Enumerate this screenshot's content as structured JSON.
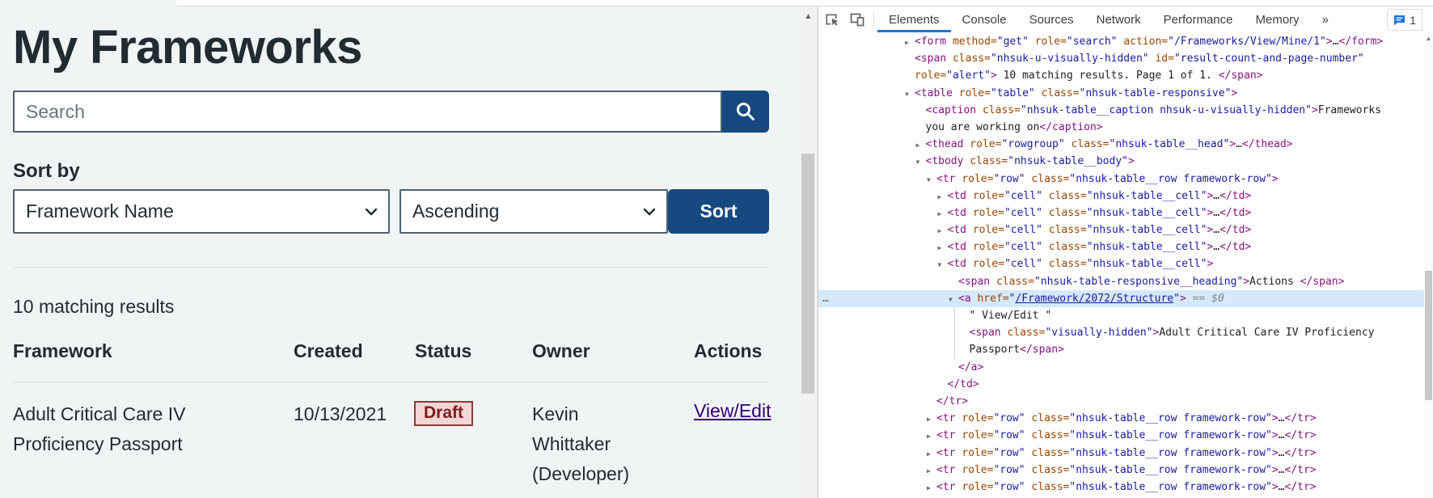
{
  "colors": {
    "page_bg": "#f0f4f5",
    "text": "#212b32",
    "input_border": "#4c6272",
    "navy_button": "#16497f",
    "divider": "#d8dde0",
    "link_visited": "#330072",
    "badge_bg": "#f5d6d6",
    "badge_border": "#8e3a3a",
    "badge_text": "#7a1e1e",
    "devtools_accent": "#1a73e8",
    "tree_selected_bg": "#d6e9fb",
    "tag_color": "#881280",
    "attr_color": "#994500",
    "value_color": "#1a1aa6"
  },
  "glyphs": {
    "scroll_up": "▲",
    "collapsed": "▶",
    "expanded": "▼",
    "dots": "…"
  },
  "page": {
    "title": "My Frameworks",
    "search": {
      "placeholder": "Search"
    },
    "sort": {
      "label": "Sort by",
      "field_value": "Framework Name",
      "direction_value": "Ascending",
      "button_label": "Sort"
    },
    "results_count": "10 matching results",
    "table": {
      "headers": [
        "Framework",
        "Created",
        "Status",
        "Owner",
        "Actions"
      ],
      "rows": [
        {
          "framework_lines": [
            "Adult Critical Care IV",
            "Proficiency Passport"
          ],
          "created": "10/13/2021",
          "status": "Draft",
          "owner_lines": [
            "Kevin",
            "Whittaker",
            "(Developer)"
          ],
          "action": "View/Edit"
        }
      ]
    }
  },
  "devtools": {
    "toolbar_icons": [
      "inspect-element",
      "toggle-device-toolbar"
    ],
    "tabs": [
      "Elements",
      "Console",
      "Sources",
      "Network",
      "Performance",
      "Memory",
      "»"
    ],
    "active_tab": "Elements",
    "issues": {
      "count": "1"
    },
    "tree": {
      "lines": [
        {
          "i": 0,
          "ar": "c",
          "tk": [
            [
              "t",
              "<form "
            ],
            [
              "a",
              "method="
            ],
            [
              "v",
              "\"get\""
            ],
            [
              "a",
              " role="
            ],
            [
              "v",
              "\"search\""
            ],
            [
              "a",
              " action="
            ],
            [
              "v",
              "\"/Frameworks/View/Mine/1\""
            ],
            [
              "t",
              ">"
            ],
            [
              "x",
              "…"
            ],
            [
              "t",
              "</form>"
            ]
          ]
        },
        {
          "i": 0,
          "tk": [
            [
              "t",
              "<span "
            ],
            [
              "a",
              "class="
            ],
            [
              "v",
              "\"nhsuk-u-visually-hidden\""
            ],
            [
              "a",
              " id="
            ],
            [
              "v",
              "\"result-count-and-page-number\""
            ]
          ]
        },
        {
          "i": 0,
          "tk": [
            [
              "a",
              "role="
            ],
            [
              "v",
              "\"alert\""
            ],
            [
              "t",
              ">"
            ],
            [
              "x",
              " 10 matching results. Page 1 of 1. "
            ],
            [
              "t",
              "</span>"
            ]
          ]
        },
        {
          "i": 0,
          "ar": "o",
          "tk": [
            [
              "t",
              "<table "
            ],
            [
              "a",
              "role="
            ],
            [
              "v",
              "\"table\""
            ],
            [
              "a",
              " class="
            ],
            [
              "v",
              "\"nhsuk-table-responsive\""
            ],
            [
              "t",
              ">"
            ]
          ]
        },
        {
          "i": 1,
          "tk": [
            [
              "t",
              "<caption "
            ],
            [
              "a",
              "class="
            ],
            [
              "v",
              "\"nhsuk-table__caption nhsuk-u-visually-hidden\""
            ],
            [
              "t",
              ">"
            ],
            [
              "x",
              "Frameworks"
            ]
          ]
        },
        {
          "i": 1,
          "tk": [
            [
              "x",
              "you are working on"
            ],
            [
              "t",
              "</caption>"
            ]
          ]
        },
        {
          "i": 1,
          "ar": "c",
          "tk": [
            [
              "t",
              "<thead "
            ],
            [
              "a",
              "role="
            ],
            [
              "v",
              "\"rowgroup\""
            ],
            [
              "a",
              " class="
            ],
            [
              "v",
              "\"nhsuk-table__head\""
            ],
            [
              "t",
              ">"
            ],
            [
              "x",
              "…"
            ],
            [
              "t",
              "</thead>"
            ]
          ]
        },
        {
          "i": 1,
          "ar": "o",
          "tk": [
            [
              "t",
              "<tbody "
            ],
            [
              "a",
              "class="
            ],
            [
              "v",
              "\"nhsuk-table__body\""
            ],
            [
              "t",
              ">"
            ]
          ]
        },
        {
          "i": 2,
          "ar": "o",
          "tk": [
            [
              "t",
              "<tr "
            ],
            [
              "a",
              "role="
            ],
            [
              "v",
              "\"row\""
            ],
            [
              "a",
              " class="
            ],
            [
              "v",
              "\"nhsuk-table__row framework-row\""
            ],
            [
              "t",
              ">"
            ]
          ]
        },
        {
          "i": 3,
          "ar": "c",
          "tk": [
            [
              "t",
              "<td "
            ],
            [
              "a",
              "role="
            ],
            [
              "v",
              "\"cell\""
            ],
            [
              "a",
              " class="
            ],
            [
              "v",
              "\"nhsuk-table__cell\""
            ],
            [
              "t",
              ">"
            ],
            [
              "x",
              "…"
            ],
            [
              "t",
              "</td>"
            ]
          ]
        },
        {
          "i": 3,
          "ar": "c",
          "tk": [
            [
              "t",
              "<td "
            ],
            [
              "a",
              "role="
            ],
            [
              "v",
              "\"cell\""
            ],
            [
              "a",
              " class="
            ],
            [
              "v",
              "\"nhsuk-table__cell\""
            ],
            [
              "t",
              ">"
            ],
            [
              "x",
              "…"
            ],
            [
              "t",
              "</td>"
            ]
          ]
        },
        {
          "i": 3,
          "ar": "c",
          "tk": [
            [
              "t",
              "<td "
            ],
            [
              "a",
              "role="
            ],
            [
              "v",
              "\"cell\""
            ],
            [
              "a",
              " class="
            ],
            [
              "v",
              "\"nhsuk-table__cell\""
            ],
            [
              "t",
              ">"
            ],
            [
              "x",
              "…"
            ],
            [
              "t",
              "</td>"
            ]
          ]
        },
        {
          "i": 3,
          "ar": "c",
          "tk": [
            [
              "t",
              "<td "
            ],
            [
              "a",
              "role="
            ],
            [
              "v",
              "\"cell\""
            ],
            [
              "a",
              " class="
            ],
            [
              "v",
              "\"nhsuk-table__cell\""
            ],
            [
              "t",
              ">"
            ],
            [
              "x",
              "…"
            ],
            [
              "t",
              "</td>"
            ]
          ]
        },
        {
          "i": 3,
          "ar": "o",
          "tk": [
            [
              "t",
              "<td "
            ],
            [
              "a",
              "role="
            ],
            [
              "v",
              "\"cell\""
            ],
            [
              "a",
              " class="
            ],
            [
              "v",
              "\"nhsuk-table__cell\""
            ],
            [
              "t",
              ">"
            ]
          ]
        },
        {
          "i": 4,
          "tk": [
            [
              "t",
              "<span "
            ],
            [
              "a",
              "class="
            ],
            [
              "v",
              "\"nhsuk-table-responsive__heading\""
            ],
            [
              "t",
              ">"
            ],
            [
              "x",
              "Actions "
            ],
            [
              "t",
              "</span>"
            ]
          ]
        },
        {
          "i": 4,
          "ar": "o",
          "sel": true,
          "tk": [
            [
              "t",
              "<a "
            ],
            [
              "a",
              "href="
            ],
            [
              "v",
              "\""
            ],
            [
              "l",
              "/Framework/2072/Structure"
            ],
            [
              "v",
              "\""
            ],
            [
              "t",
              ">"
            ],
            [
              "d",
              " == $0"
            ]
          ]
        },
        {
          "i": 5,
          "g": true,
          "tk": [
            [
              "x",
              "\" View/Edit \""
            ]
          ]
        },
        {
          "i": 5,
          "g": true,
          "tk": [
            [
              "t",
              "<span "
            ],
            [
              "a",
              "class="
            ],
            [
              "v",
              "\"visually-hidden\""
            ],
            [
              "t",
              ">"
            ],
            [
              "x",
              "Adult Critical Care IV Proficiency"
            ]
          ]
        },
        {
          "i": 5,
          "g": true,
          "tk": [
            [
              "x",
              "Passport"
            ],
            [
              "t",
              "</span>"
            ]
          ]
        },
        {
          "i": 4,
          "tk": [
            [
              "t",
              "</a>"
            ]
          ]
        },
        {
          "i": 3,
          "tk": [
            [
              "t",
              "</td>"
            ]
          ]
        },
        {
          "i": 2,
          "tk": [
            [
              "t",
              "</tr>"
            ]
          ]
        },
        {
          "i": 2,
          "ar": "c",
          "tk": [
            [
              "t",
              "<tr "
            ],
            [
              "a",
              "role="
            ],
            [
              "v",
              "\"row\""
            ],
            [
              "a",
              " class="
            ],
            [
              "v",
              "\"nhsuk-table__row framework-row\""
            ],
            [
              "t",
              ">"
            ],
            [
              "x",
              "…"
            ],
            [
              "t",
              "</tr>"
            ]
          ]
        },
        {
          "i": 2,
          "ar": "c",
          "tk": [
            [
              "t",
              "<tr "
            ],
            [
              "a",
              "role="
            ],
            [
              "v",
              "\"row\""
            ],
            [
              "a",
              " class="
            ],
            [
              "v",
              "\"nhsuk-table__row framework-row\""
            ],
            [
              "t",
              ">"
            ],
            [
              "x",
              "…"
            ],
            [
              "t",
              "</tr>"
            ]
          ]
        },
        {
          "i": 2,
          "ar": "c",
          "tk": [
            [
              "t",
              "<tr "
            ],
            [
              "a",
              "role="
            ],
            [
              "v",
              "\"row\""
            ],
            [
              "a",
              " class="
            ],
            [
              "v",
              "\"nhsuk-table__row framework-row\""
            ],
            [
              "t",
              ">"
            ],
            [
              "x",
              "…"
            ],
            [
              "t",
              "</tr>"
            ]
          ]
        },
        {
          "i": 2,
          "ar": "c",
          "tk": [
            [
              "t",
              "<tr "
            ],
            [
              "a",
              "role="
            ],
            [
              "v",
              "\"row\""
            ],
            [
              "a",
              " class="
            ],
            [
              "v",
              "\"nhsuk-table__row framework-row\""
            ],
            [
              "t",
              ">"
            ],
            [
              "x",
              "…"
            ],
            [
              "t",
              "</tr>"
            ]
          ]
        },
        {
          "i": 2,
          "ar": "c",
          "tk": [
            [
              "t",
              "<tr "
            ],
            [
              "a",
              "role="
            ],
            [
              "v",
              "\"row\""
            ],
            [
              "a",
              " class="
            ],
            [
              "v",
              "\"nhsuk-table__row framework-row\""
            ],
            [
              "t",
              ">"
            ],
            [
              "x",
              "…"
            ],
            [
              "t",
              "</tr>"
            ]
          ]
        }
      ]
    }
  }
}
